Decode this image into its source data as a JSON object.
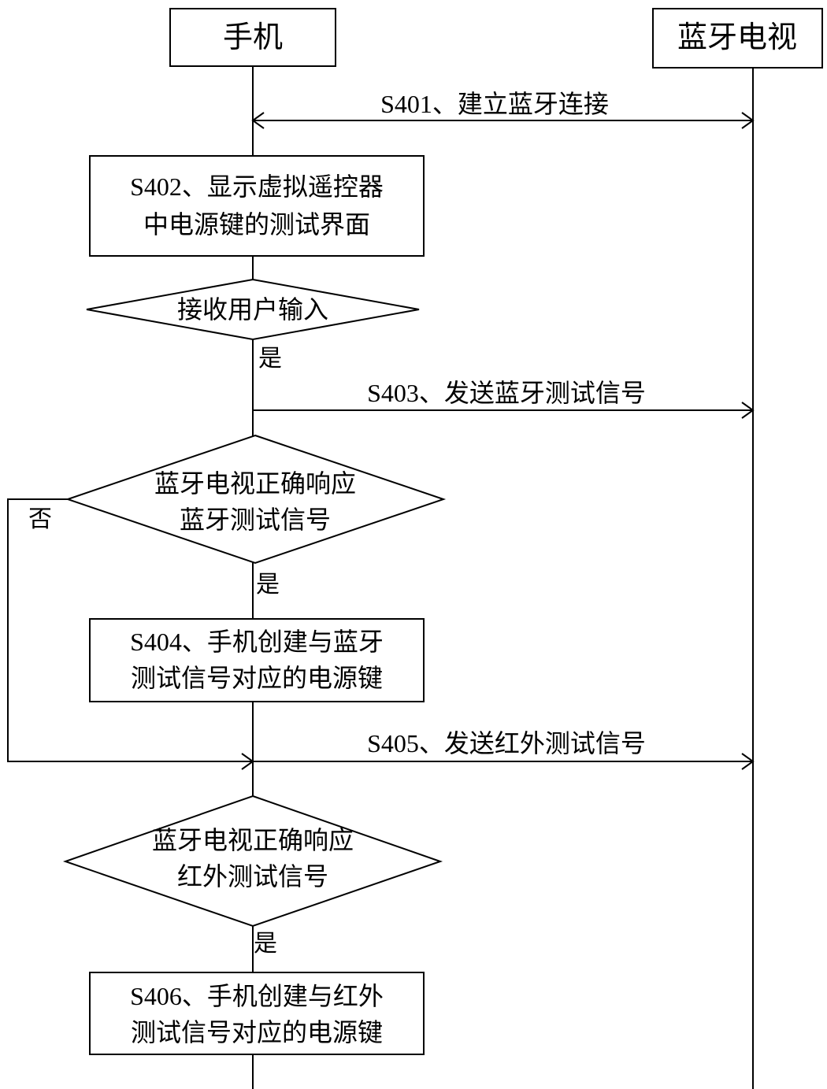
{
  "participants": {
    "phone": "手机",
    "tv": "蓝牙电视"
  },
  "messages": {
    "s401": "S401、建立蓝牙连接",
    "s403": "S403、发送蓝牙测试信号",
    "s405": "S405、发送红外测试信号"
  },
  "steps": {
    "s402": [
      "S402、显示虚拟遥控器",
      "中电源键的测试界面"
    ],
    "s404": [
      "S404、手机创建与蓝牙",
      "测试信号对应的电源键"
    ],
    "s406": [
      "S406、手机创建与红外",
      "测试信号对应的电源键"
    ]
  },
  "decisions": {
    "user_input": "接收用户输入",
    "bt_response": [
      "蓝牙电视正确响应",
      "蓝牙测试信号"
    ],
    "ir_response": [
      "蓝牙电视正确响应",
      "红外测试信号"
    ]
  },
  "branch_labels": {
    "yes": "是",
    "no": "否"
  }
}
